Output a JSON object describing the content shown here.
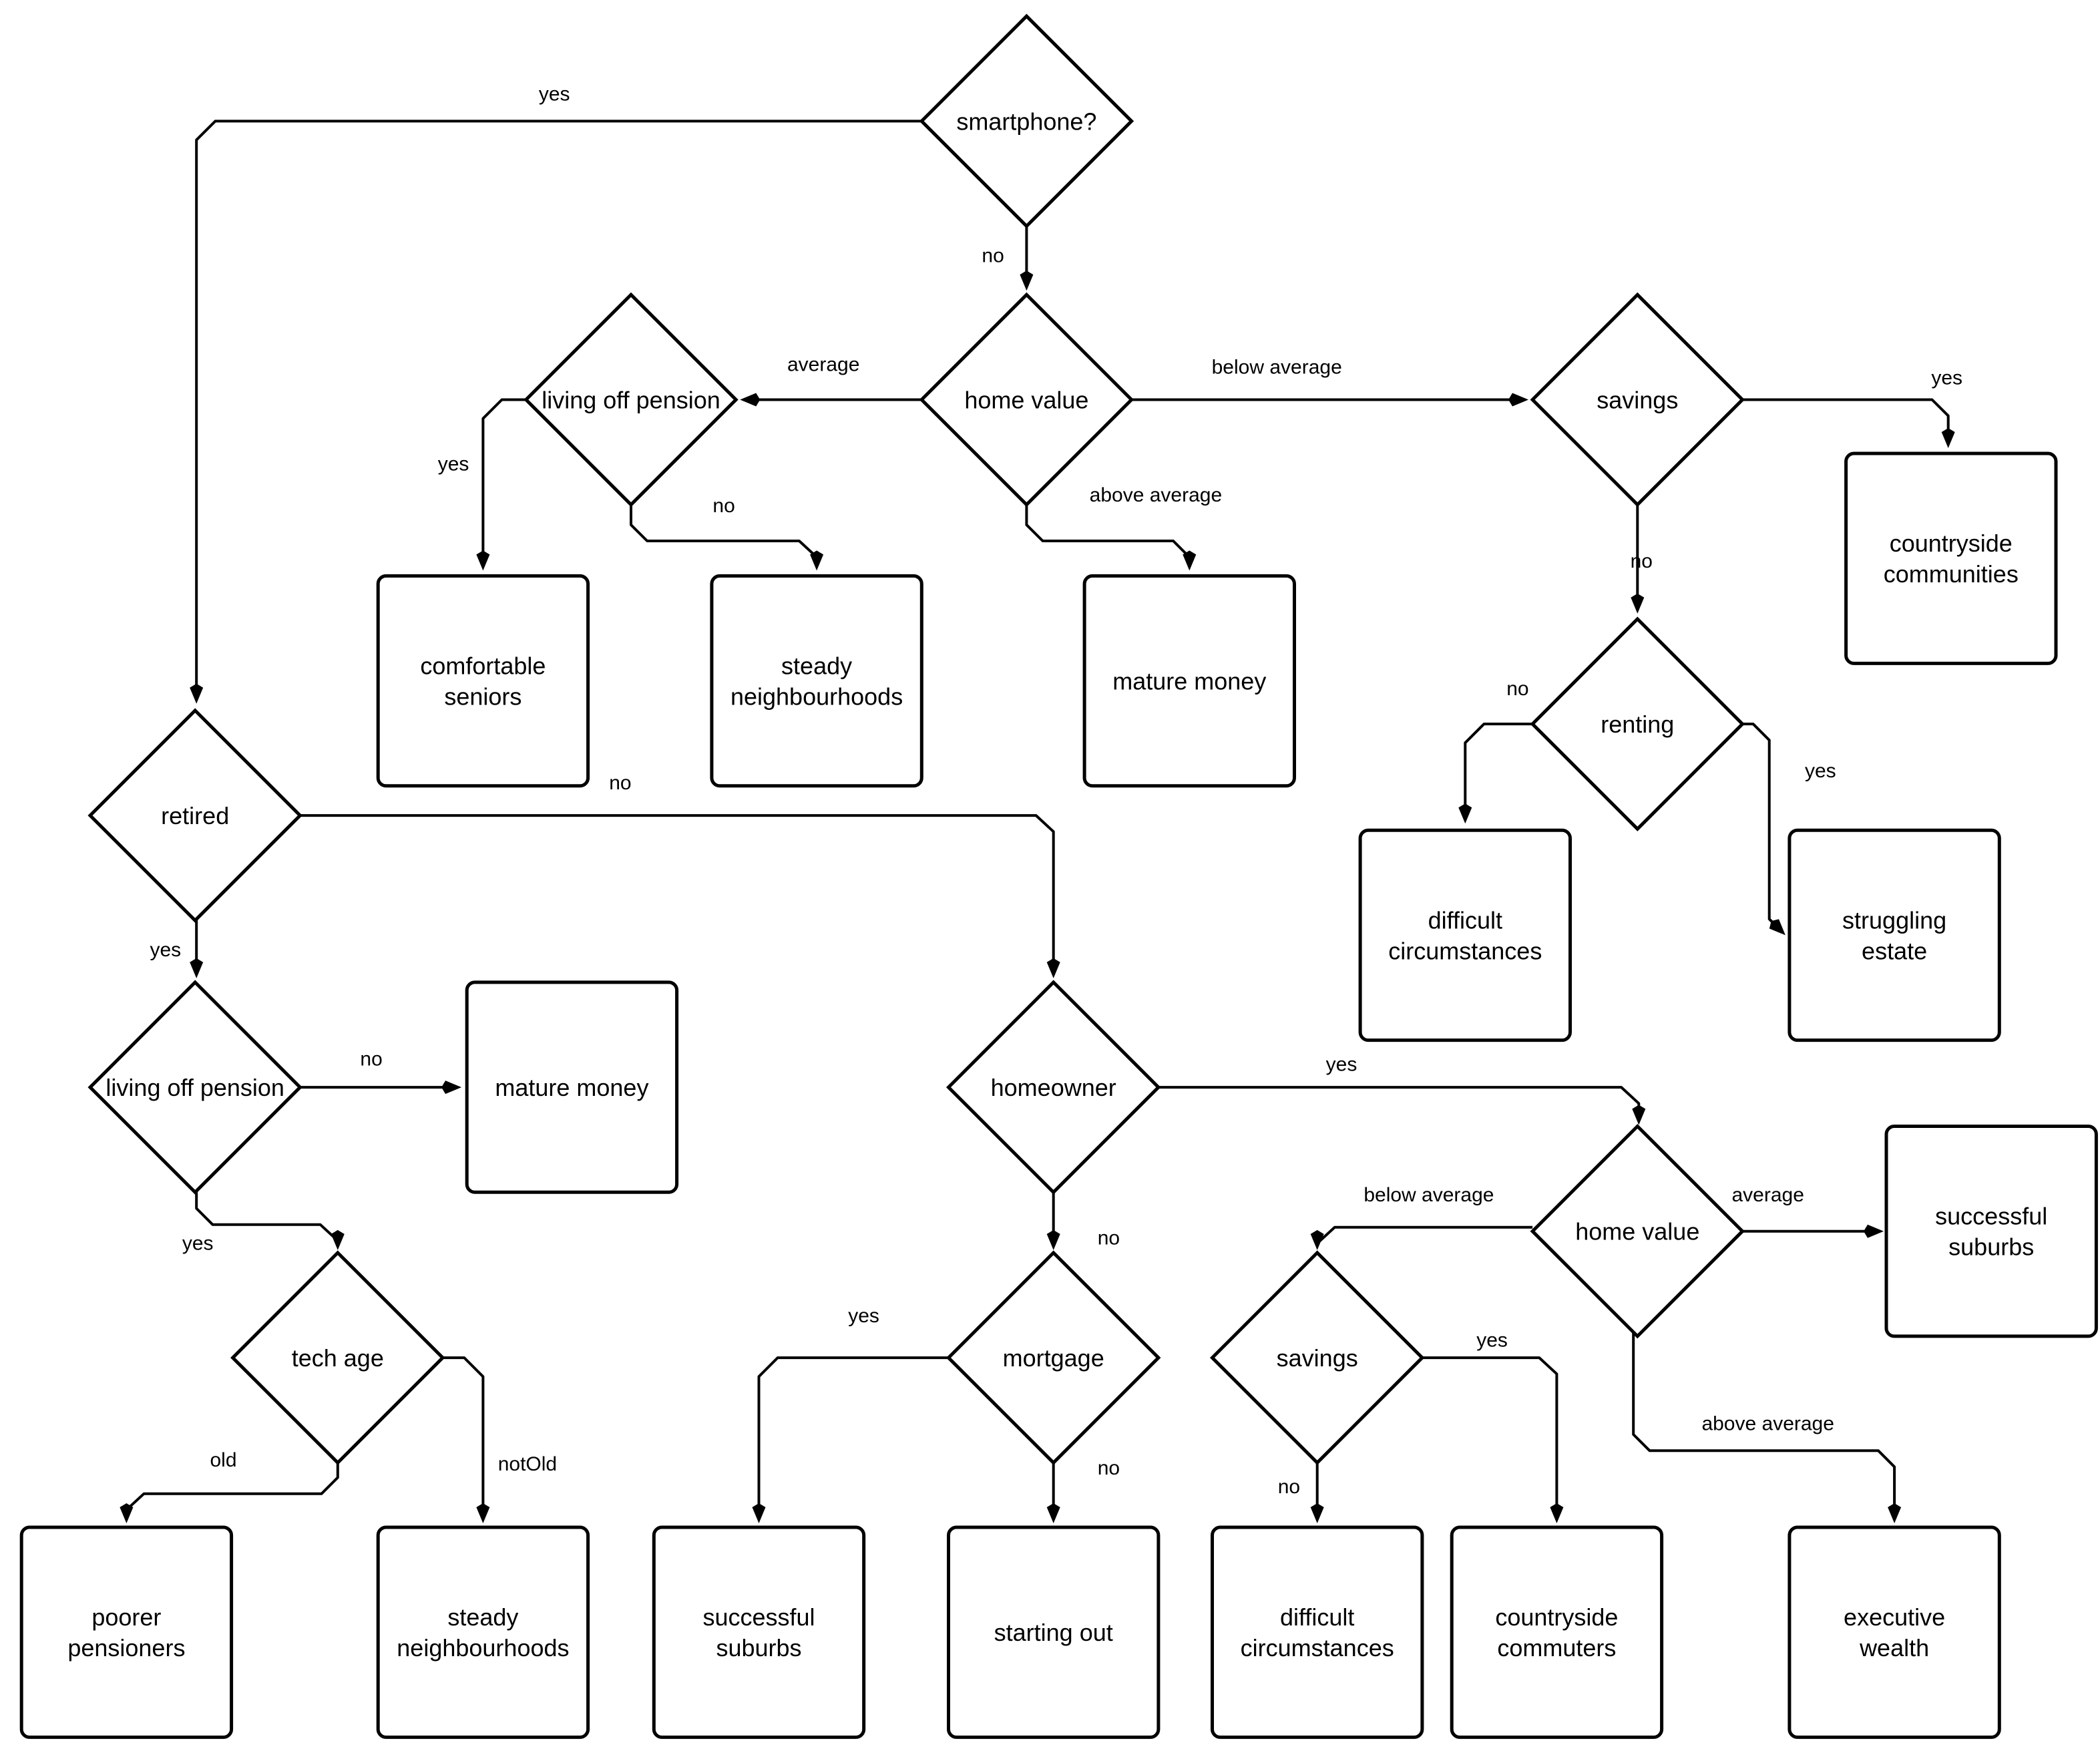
{
  "nodes": {
    "smartphone": {
      "shape": "diamond",
      "label": "smartphone?"
    },
    "home_value_top": {
      "shape": "diamond",
      "label": "home value"
    },
    "living_off_pension_top": {
      "shape": "diamond",
      "label": "living off pension"
    },
    "savings_top": {
      "shape": "diamond",
      "label": "savings"
    },
    "countryside_communities": {
      "shape": "box",
      "label": "countryside communities"
    },
    "comfortable_seniors": {
      "shape": "box",
      "label": "comfortable seniors"
    },
    "steady_neighbourhoods_top": {
      "shape": "box",
      "label": "steady neighbourhoods"
    },
    "mature_money_top": {
      "shape": "box",
      "label": "mature money"
    },
    "renting": {
      "shape": "diamond",
      "label": "renting"
    },
    "difficult_circumstances_top": {
      "shape": "box",
      "label": "difficult circumstances"
    },
    "struggling_estate": {
      "shape": "box",
      "label": "struggling estate"
    },
    "retired": {
      "shape": "diamond",
      "label": "retired"
    },
    "living_off_pension_bottom": {
      "shape": "diamond",
      "label": "living off pension"
    },
    "mature_money_bottom": {
      "shape": "box",
      "label": "mature money"
    },
    "tech_age": {
      "shape": "diamond",
      "label": "tech age"
    },
    "poorer_pensioners": {
      "shape": "box",
      "label": "poorer pensioners"
    },
    "steady_neighbourhoods_bottom": {
      "shape": "box",
      "label": "steady neighbourhoods"
    },
    "homeowner": {
      "shape": "diamond",
      "label": "homeowner"
    },
    "mortgage": {
      "shape": "diamond",
      "label": "mortgage"
    },
    "successful_suburbs_bottom": {
      "shape": "box",
      "label": "successful suburbs"
    },
    "starting_out": {
      "shape": "box",
      "label": "starting out"
    },
    "home_value_bottom": {
      "shape": "diamond",
      "label": "home value"
    },
    "successful_suburbs_right": {
      "shape": "box",
      "label": "successful suburbs"
    },
    "savings_bottom": {
      "shape": "diamond",
      "label": "savings"
    },
    "difficult_circumstances_bottom": {
      "shape": "box",
      "label": "difficult circumstances"
    },
    "countryside_commuters": {
      "shape": "box",
      "label": "countryside commuters"
    },
    "executive_wealth": {
      "shape": "box",
      "label": "executive wealth"
    }
  },
  "edges": [
    {
      "id": "smartphone-yes",
      "label": "yes"
    },
    {
      "id": "smartphone-no",
      "label": "no"
    },
    {
      "id": "homevalue-average",
      "label": "average"
    },
    {
      "id": "homevalue-below-average",
      "label": "below average"
    },
    {
      "id": "homevalue-above-average",
      "label": "above average"
    },
    {
      "id": "pension-top-yes",
      "label": "yes"
    },
    {
      "id": "pension-top-no",
      "label": "no"
    },
    {
      "id": "savings-top-yes",
      "label": "yes"
    },
    {
      "id": "savings-top-no",
      "label": "no"
    },
    {
      "id": "renting-no",
      "label": "no"
    },
    {
      "id": "renting-yes",
      "label": "yes"
    },
    {
      "id": "retired-no",
      "label": "no"
    },
    {
      "id": "retired-yes",
      "label": "yes"
    },
    {
      "id": "pension-bottom-no",
      "label": "no"
    },
    {
      "id": "pension-bottom-yes",
      "label": "yes"
    },
    {
      "id": "techage-old",
      "label": "old"
    },
    {
      "id": "techage-notold",
      "label": "notOld"
    },
    {
      "id": "homeowner-yes",
      "label": "yes"
    },
    {
      "id": "homeowner-no",
      "label": "no"
    },
    {
      "id": "mortgage-yes",
      "label": "yes"
    },
    {
      "id": "mortgage-no",
      "label": "no"
    },
    {
      "id": "homevalue-bottom-below-average",
      "label": "below average"
    },
    {
      "id": "homevalue-bottom-average",
      "label": "average"
    },
    {
      "id": "homevalue-bottom-above-average",
      "label": "above average"
    },
    {
      "id": "savings-bottom-yes",
      "label": "yes"
    },
    {
      "id": "savings-bottom-no",
      "label": "no"
    }
  ]
}
